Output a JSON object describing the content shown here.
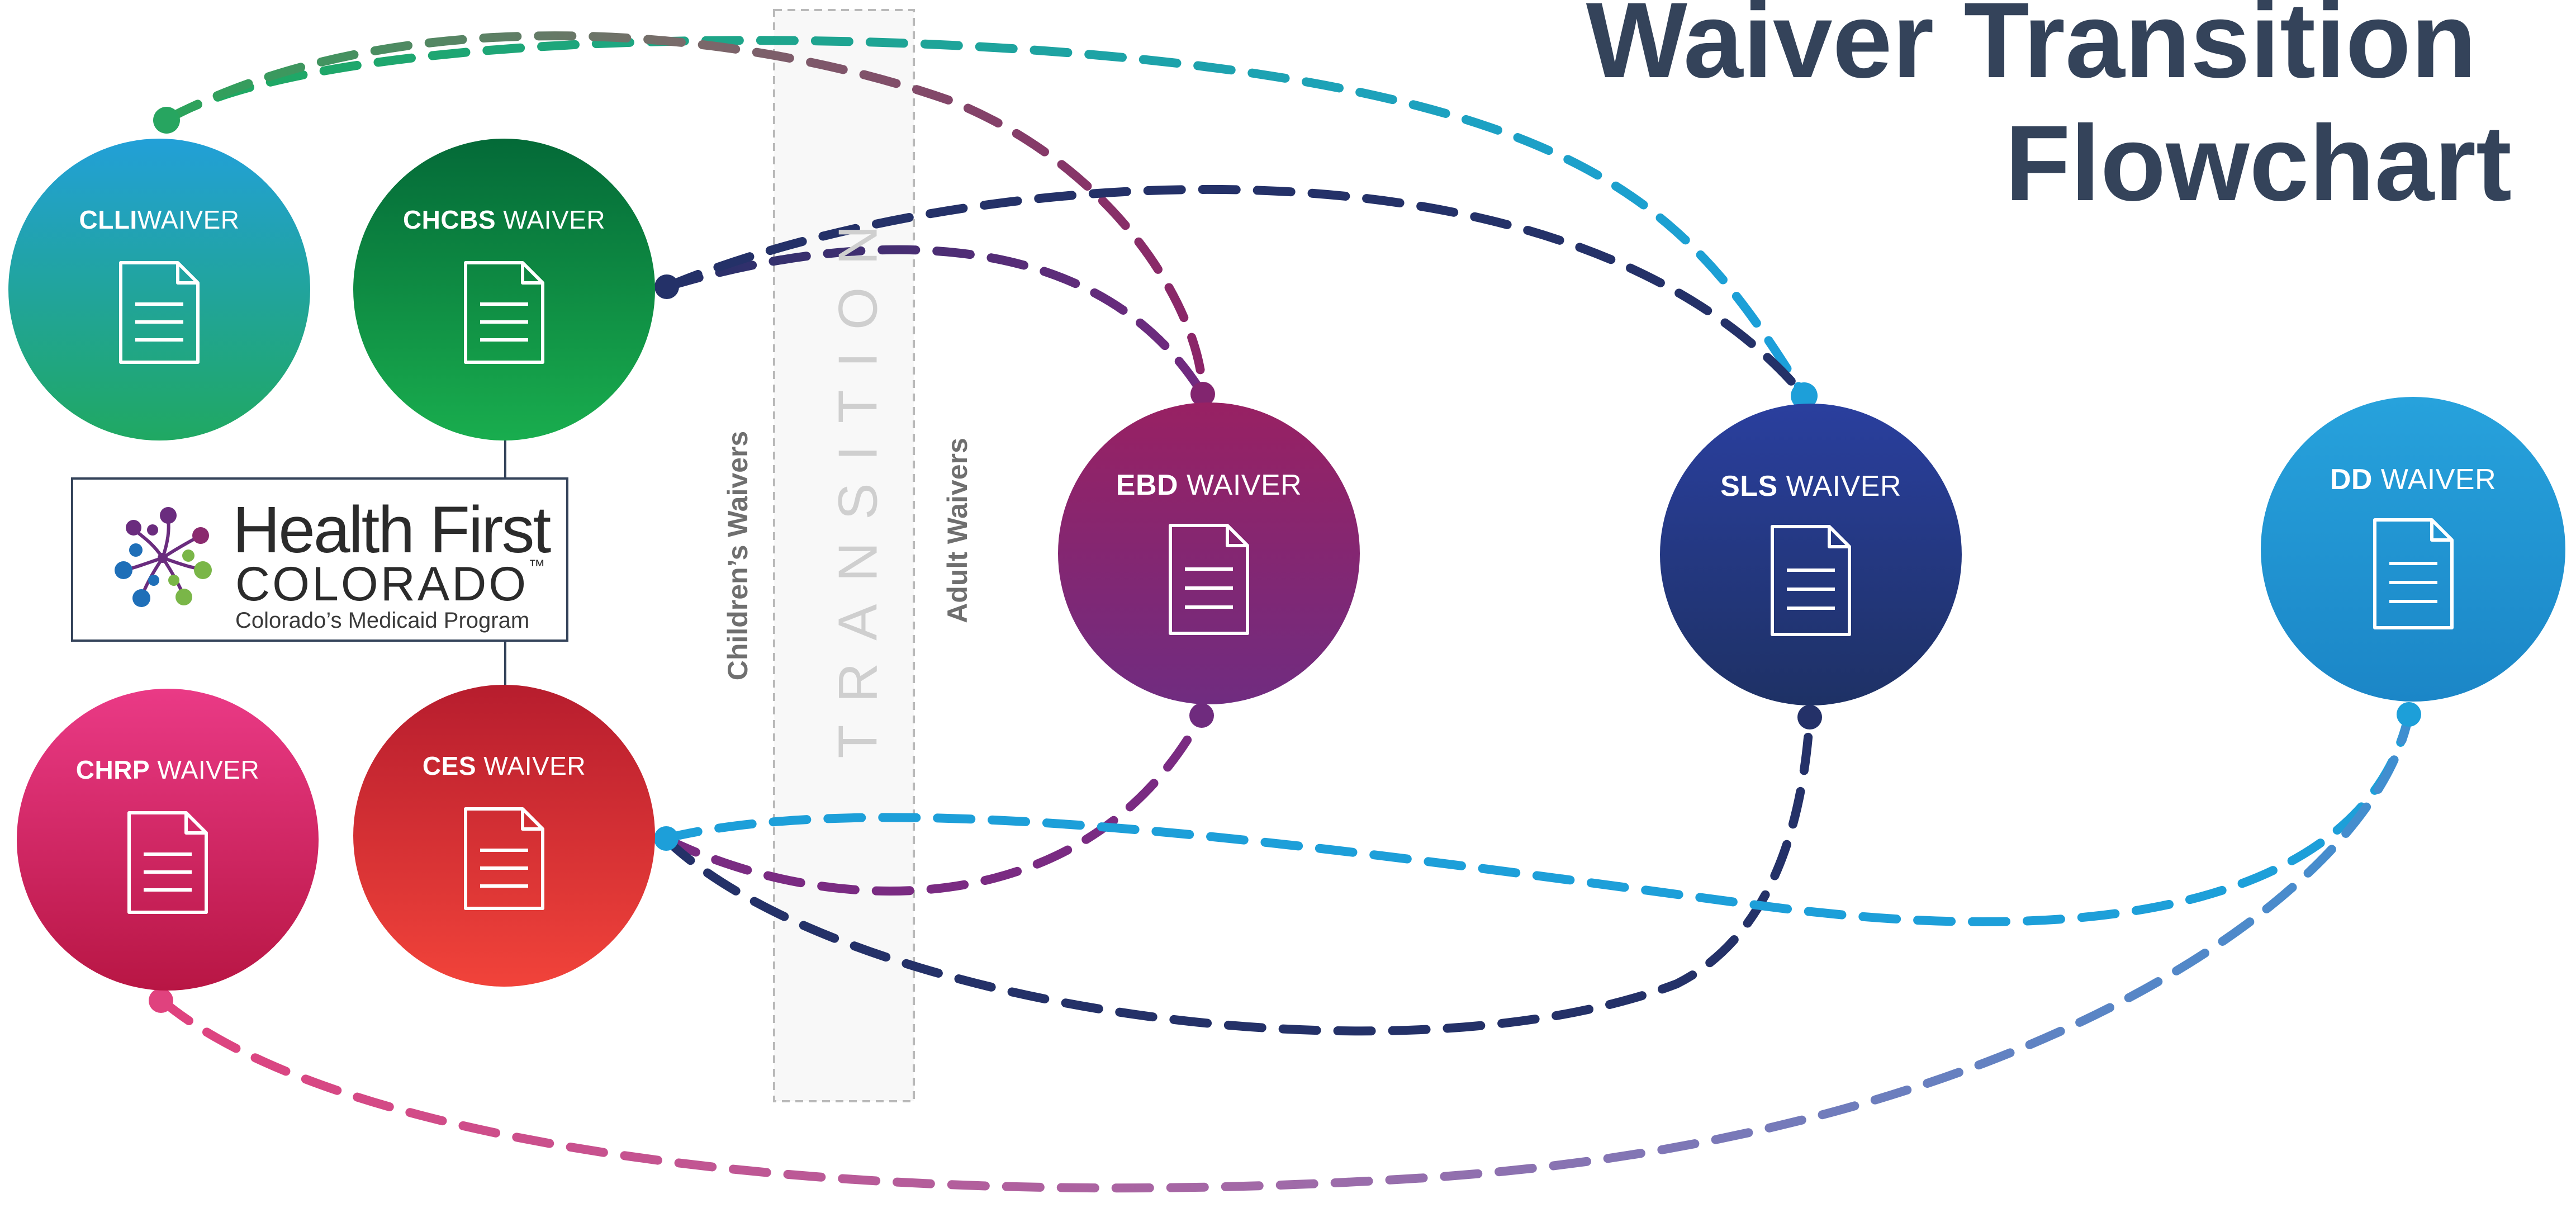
{
  "title": {
    "line1": "Waiver Transition",
    "line2": "Flowchart"
  },
  "transition_label": "TRANSITION",
  "side_labels": {
    "children": "Children’s Waivers",
    "adult": "Adult Waivers"
  },
  "logo": {
    "name": "Health First",
    "state": "COLORADO",
    "trademark": "™",
    "tagline": "Colorado’s Medicaid Program"
  },
  "nodes": {
    "clli": {
      "bold": "CLLI",
      "light": "WAIVER",
      "colors": [
        "#22a0d8",
        "#20a862"
      ]
    },
    "chcbs": {
      "bold": "CHCBS",
      "light": " WAIVER",
      "colors": [
        "#046a38",
        "#19ad4e"
      ]
    },
    "chrp": {
      "bold": "CHRP",
      "light": " WAIVER",
      "colors": [
        "#ea3a86",
        "#b81644"
      ]
    },
    "ces": {
      "bold": "CES",
      "light": " WAIVER",
      "colors": [
        "#b71d2e",
        "#f1433a"
      ]
    },
    "ebd": {
      "bold": "EBD",
      "light": " WAIVER",
      "colors": [
        "#982163",
        "#702c80"
      ]
    },
    "sls": {
      "bold": "SLS",
      "light": " WAIVER",
      "colors": [
        "#2a3f9e",
        "#1e3165"
      ]
    },
    "dd": {
      "bold": "DD",
      "light": " WAIVER",
      "colors": [
        "#27a2dc",
        "#1b86c7"
      ]
    }
  },
  "connectors": [
    {
      "from": "clli",
      "to": "sls",
      "colors": [
        "#1fa85d",
        "#1c9fdc"
      ]
    },
    {
      "from": "clli",
      "to": "ebd",
      "colors": [
        "#2aa55b",
        "#8b2468"
      ]
    },
    {
      "from": "chcbs",
      "to": "ebd",
      "colors": [
        "#243168",
        "#722a80"
      ]
    },
    {
      "from": "chcbs",
      "to": "sls",
      "colors": [
        "#243168",
        "#243168"
      ]
    },
    {
      "from": "ces",
      "to": "ebd",
      "colors": [
        "#7a2b82",
        "#7a2b82"
      ]
    },
    {
      "from": "ces",
      "to": "sls",
      "colors": [
        "#243168",
        "#243168"
      ]
    },
    {
      "from": "ces",
      "to": "dd",
      "colors": [
        "#1d9fd9",
        "#1d9fd9"
      ]
    },
    {
      "from": "chrp",
      "to": "dd",
      "colors": [
        "#e0427e",
        "#3f8fd0"
      ]
    }
  ]
}
